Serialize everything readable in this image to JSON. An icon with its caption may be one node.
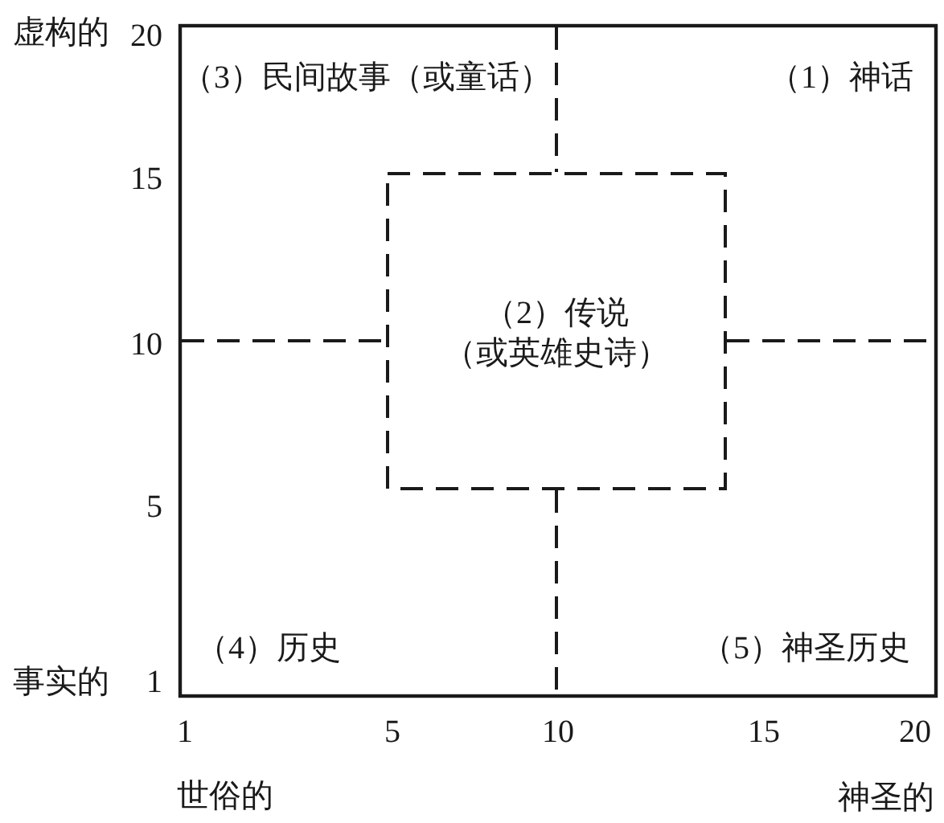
{
  "diagram": {
    "nodes": [
      {
        "text": [
          "（2）传说",
          "（或英雄史诗）"
        ]
      }
    ],
    "labels": [
      "虚构的",
      "20",
      "（3）民间故事（或童话）",
      "（1）神话",
      "15",
      "10",
      "5",
      "（4）历史",
      "（5）神圣历史",
      "事实的",
      "1",
      "1",
      "5",
      "10",
      "15",
      "20",
      "世俗的",
      "神圣的"
    ]
  }
}
